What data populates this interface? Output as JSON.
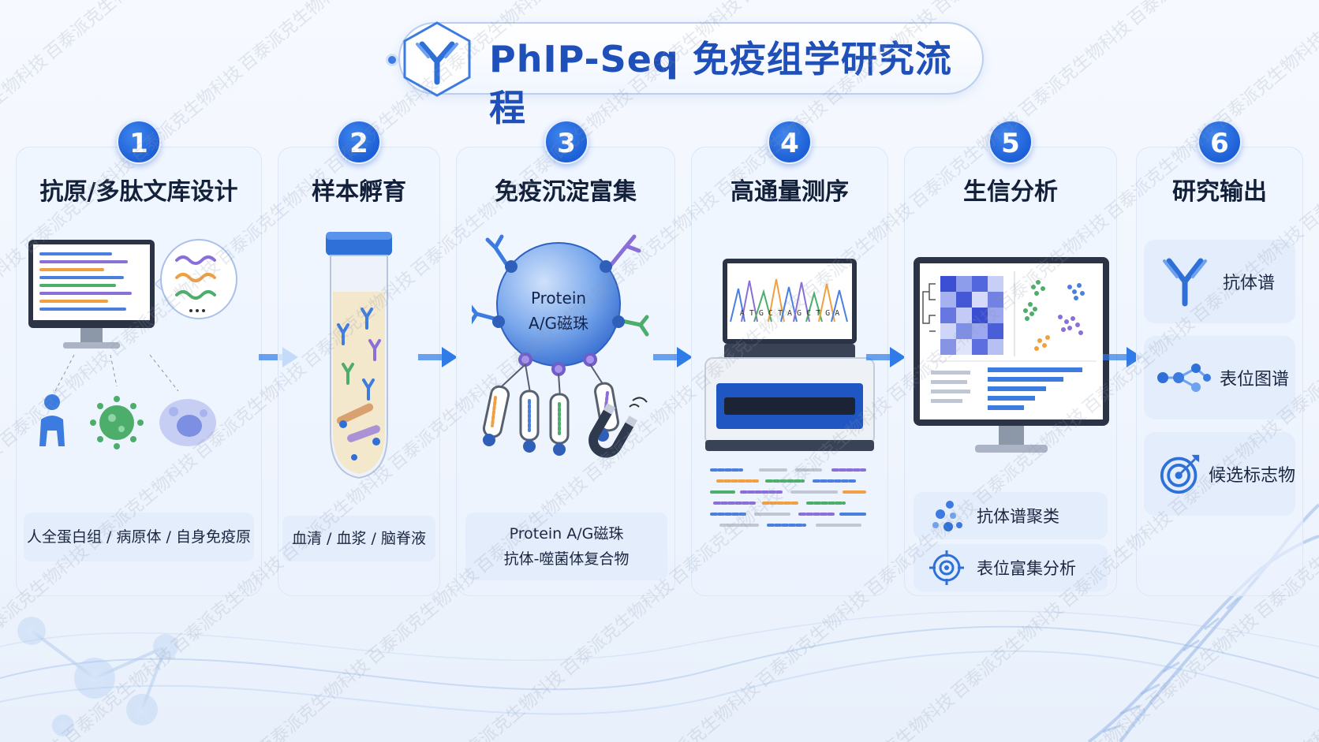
{
  "title": "PhIP-Seq 免疫组学研究流程",
  "watermark": "百泰派克生物科技",
  "colors": {
    "primary": "#1f4fb8",
    "accent": "#2f7be8",
    "panel": "#e2ecfc"
  },
  "steps": [
    {
      "num": "1",
      "title": "抗原/多肽文库设计",
      "caption": "人全蛋白组 / 病原体 / 自身免疫原"
    },
    {
      "num": "2",
      "title": "样本孵育",
      "caption": "血清 / 血浆 / 脑脊液"
    },
    {
      "num": "3",
      "title": "免疫沉淀富集",
      "caption_line1": "Protein A/G磁珠",
      "caption_line2": "抗体-噬菌体复合物",
      "bead_line1": "Protein",
      "bead_line2": "A/G磁珠"
    },
    {
      "num": "4",
      "title": "高通量测序",
      "sequence": "A T G C T A G C T G A"
    },
    {
      "num": "5",
      "title": "生信分析",
      "items": [
        {
          "label": "抗体谱聚类",
          "icon": "cluster-icon"
        },
        {
          "label": "表位富集分析",
          "icon": "target-icon"
        }
      ]
    },
    {
      "num": "6",
      "title": "研究输出",
      "items": [
        {
          "label": "抗体谱",
          "icon": "antibody-icon"
        },
        {
          "label": "表位图谱",
          "icon": "network-icon"
        },
        {
          "label": "候选标志物",
          "icon": "bullseye-icon"
        }
      ]
    }
  ]
}
